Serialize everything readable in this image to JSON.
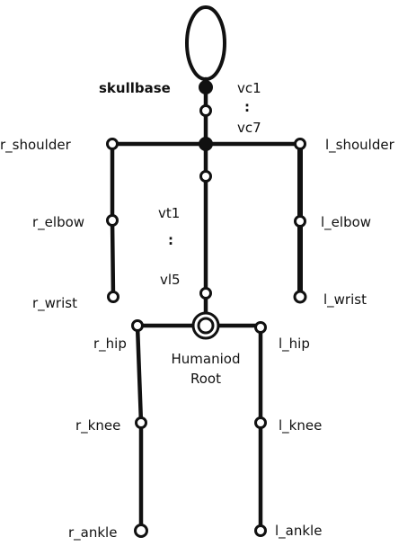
{
  "labels": {
    "skullbase": "skullbase",
    "vc1": "vc1",
    "vc_dots": ":",
    "vc7": "vc7",
    "r_shoulder": "r_shoulder",
    "l_shoulder": "l_shoulder",
    "r_elbow": "r_elbow",
    "l_elbow": "l_elbow",
    "vt1": "vt1",
    "vt_dots": ":",
    "vl5": "vl5",
    "r_wrist": "r_wrist",
    "l_wrist": "l_wrist",
    "r_hip": "r_hip",
    "l_hip": "l_hip",
    "humanoid_root_line1": "Humaniod",
    "humanoid_root_line2": "Root",
    "r_knee": "r_knee",
    "l_knee": "l_knee",
    "r_ankle": "r_ankle",
    "l_ankle": "l_ankle"
  },
  "colors": {
    "ink": "#111111",
    "background": "#ffffff"
  }
}
